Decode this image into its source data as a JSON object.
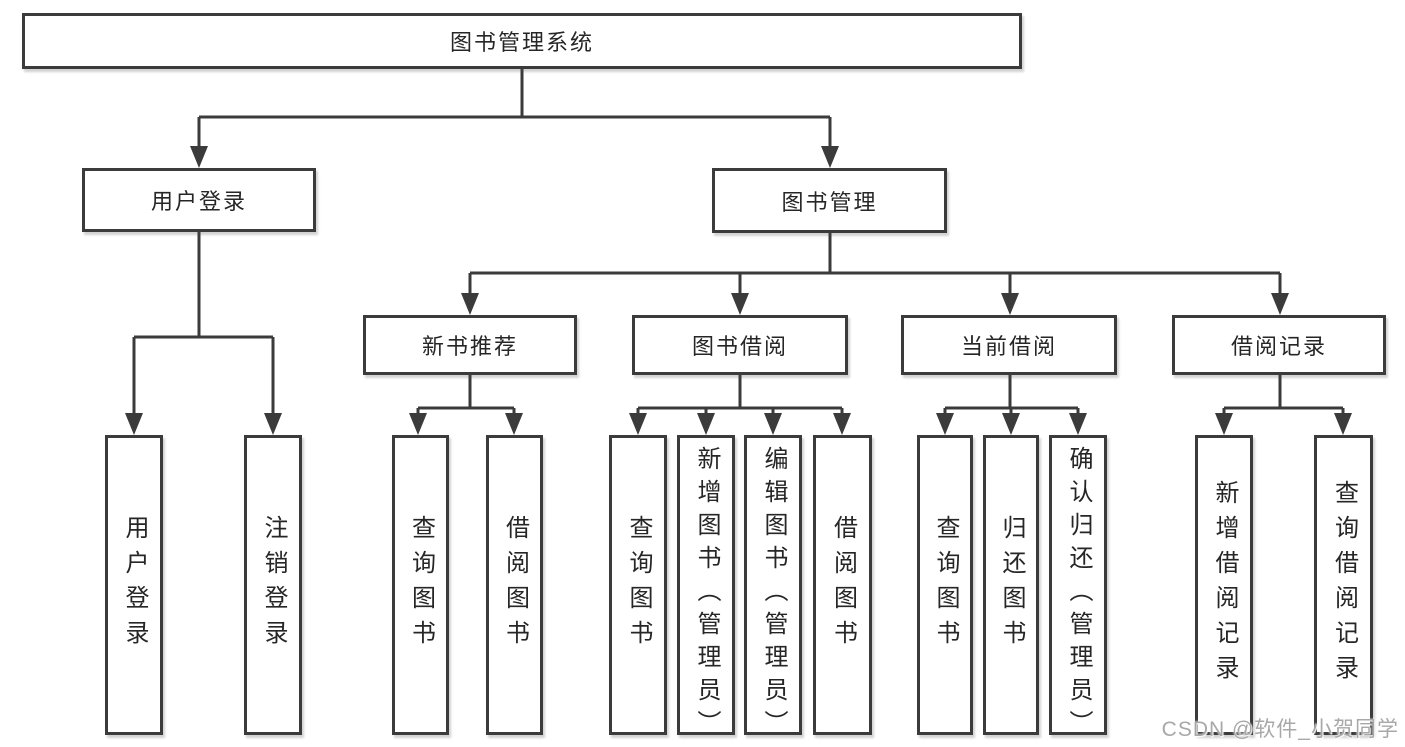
{
  "diagram_title": "图书管理系统",
  "colors": {
    "line": "#3b3b3b",
    "box_border": "#3b3b3b",
    "text": "#262626",
    "background": "#ffffff",
    "watermark": "#a8a8a8"
  },
  "tree": {
    "root": "图书管理系统",
    "branches": [
      {
        "label": "用户登录",
        "leaves": [
          "用户登录",
          "注销登录"
        ]
      },
      {
        "label": "图书管理",
        "groups": [
          {
            "label": "新书推荐",
            "leaves": [
              "查询图书",
              "借阅图书"
            ]
          },
          {
            "label": "图书借阅",
            "leaves": [
              "查询图书",
              "新增图书（管理员）",
              "编辑图书（管理员）",
              "借阅图书"
            ]
          },
          {
            "label": "当前借阅",
            "leaves": [
              "查询图书",
              "归还图书",
              "确认归还（管理员）"
            ]
          },
          {
            "label": "借阅记录",
            "leaves": [
              "新增借阅记录",
              "查询借阅记录"
            ]
          }
        ]
      }
    ]
  },
  "watermark": "CSDN @软件_小贺同学"
}
